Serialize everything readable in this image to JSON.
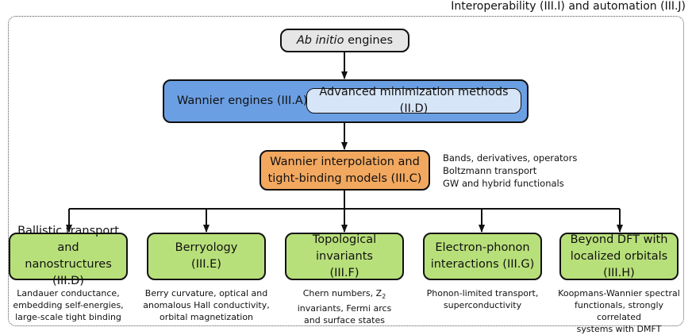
{
  "caption": "Interoperability (III.I) and automation (III.J)",
  "top_box": {
    "italic": "Ab initio",
    "rest": " engines"
  },
  "wannier_engines": {
    "label": "Wannier engines (III.A)",
    "sub_label": "Advanced minimization methods (II.D)"
  },
  "interp_box": {
    "line1": "Wannier interpolation and",
    "line2": "tight-binding models (III.C)",
    "side_notes": [
      "Bands, derivatives, operators",
      "Boltzmann transport",
      "GW and hybrid functionals"
    ]
  },
  "leaves": [
    {
      "line1": "Ballistic transport and",
      "line2": "nanostructures (III.D)",
      "desc": [
        "Landauer conductance,",
        "embedding self-energies,",
        "large-scale tight binding"
      ]
    },
    {
      "line1": "Berryology",
      "line2": "(III.E)",
      "desc": [
        "Berry curvature, optical and",
        "anomalous Hall conductivity,",
        "orbital magnetization"
      ]
    },
    {
      "line1": "Topological invariants",
      "line2": "(III.F)",
      "desc_a": "Chern numbers, Z",
      "desc_sub": "2",
      "desc_b": [
        "invariants, Fermi arcs",
        "and surface states"
      ]
    },
    {
      "line1": "Electron-phonon",
      "line2": "interactions (III.G)",
      "desc": [
        "Phonon-limited transport,",
        "superconductivity"
      ]
    },
    {
      "line1": "Beyond DFT with",
      "line2": "localized orbitals (III.H)",
      "desc": [
        "Koopmans-Wannier spectral",
        "functionals, strongly correlated",
        "systems with DMFT"
      ]
    }
  ]
}
